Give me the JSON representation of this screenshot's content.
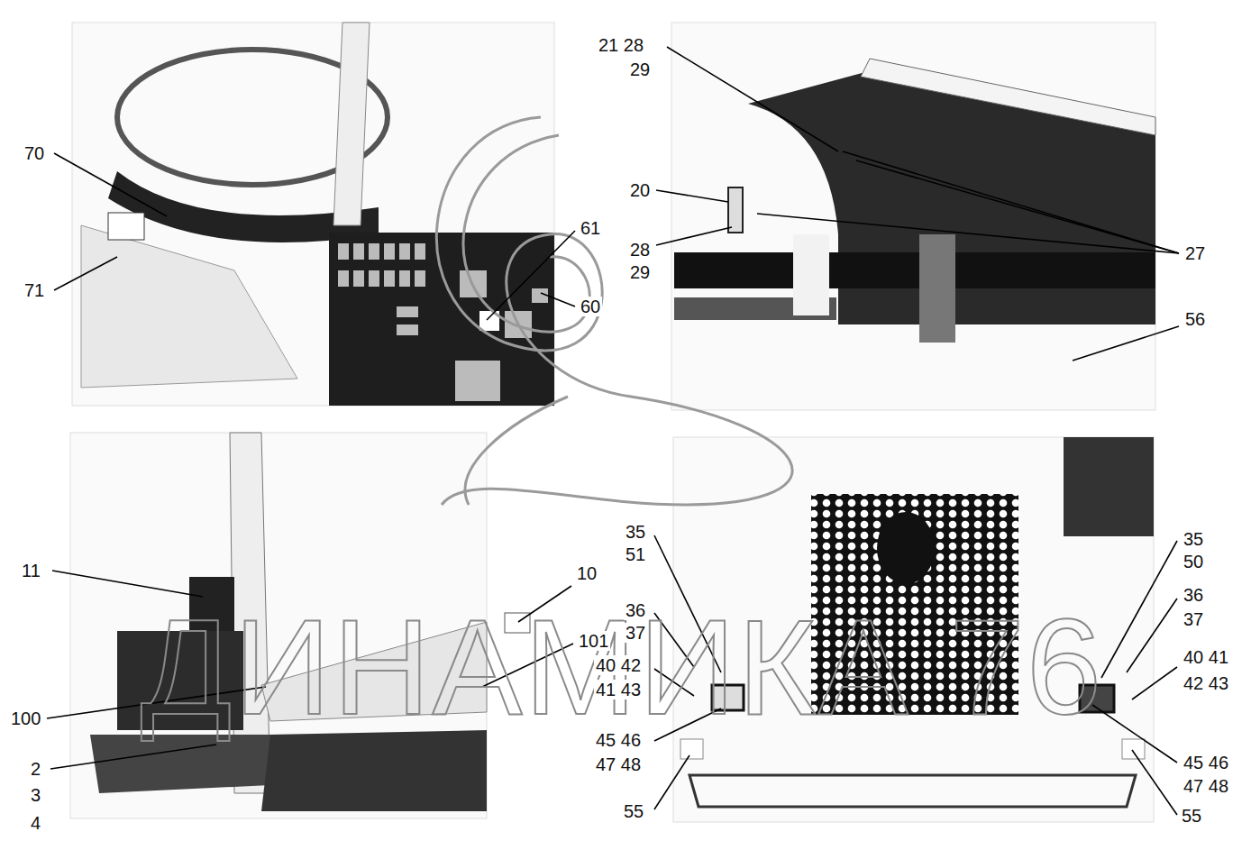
{
  "diagram": {
    "labels": [
      "70",
      "71",
      "61",
      "60",
      "21 28",
      "29",
      "20",
      "28",
      "29",
      "27",
      "56",
      "11",
      "10",
      "101",
      "100",
      "2",
      "3",
      "4",
      "35",
      "51",
      "36",
      "37",
      "40 42",
      "41 43",
      "45 46",
      "47 48",
      "55",
      "35",
      "50",
      "36",
      "37",
      "40 41",
      "42 43",
      "45 46",
      "47 48",
      "55",
      "ДИНАМИКА 76"
    ]
  }
}
